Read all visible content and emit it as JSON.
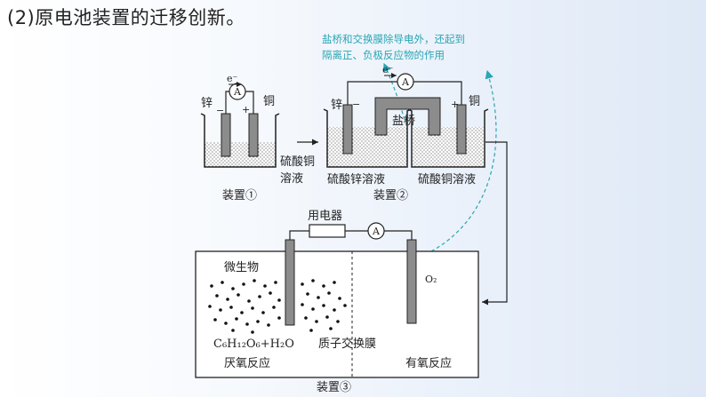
{
  "title": "(2)原电池装置的迁移创新。",
  "annotation": {
    "line1": "盐桥和交换膜除导电外，还起到",
    "line2": "隔离正、负极反应物的作用",
    "color": "#2aa6b4"
  },
  "device1": {
    "ammeter": "A",
    "electron": "e⁻",
    "electrode_left": "锌",
    "electrode_right": "铜",
    "sign_left": "−",
    "sign_right": "+",
    "solution_line1": "硫酸铜",
    "solution_line2": "溶液",
    "caption": "装置①"
  },
  "device2": {
    "ammeter": "A",
    "electron": "e⁻",
    "electrode_left": "锌",
    "electrode_right": "铜",
    "sign_left": "−",
    "sign_right": "+",
    "salt_bridge": "盐桥",
    "solution_left": "硫酸锌溶液",
    "solution_right": "硫酸铜溶液",
    "caption": "装置②"
  },
  "device3": {
    "appliance": "用电器",
    "ammeter": "A",
    "microbe": "微生物",
    "oxygen": "O₂",
    "reactant": "C₆H₁₂O₆+H₂O",
    "membrane": "质子交换膜",
    "left_zone": "厌氧反应",
    "right_zone": "有氧反应",
    "caption": "装置③"
  }
}
